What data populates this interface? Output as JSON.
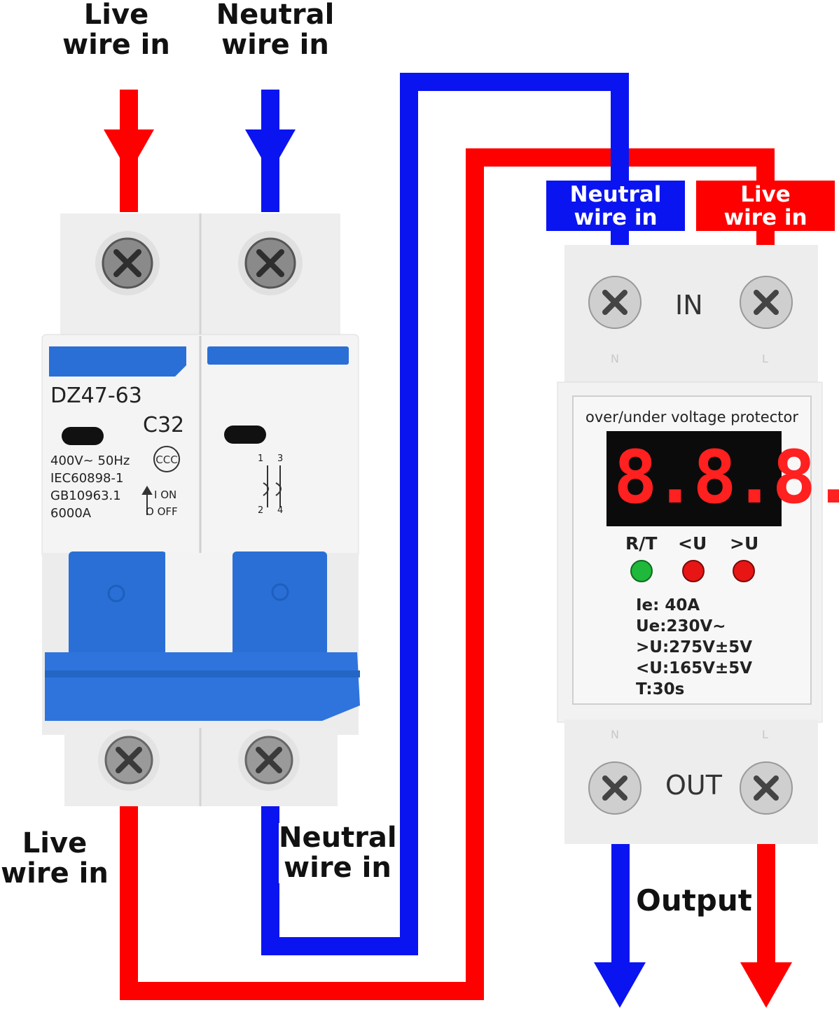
{
  "labels": {
    "top_live": [
      "Live",
      "wire in"
    ],
    "top_neutral": [
      "Neutral",
      "wire in"
    ],
    "tag_neutral": [
      "Neutral",
      "wire in"
    ],
    "tag_live": [
      "Live",
      "wire in"
    ],
    "bottom_live": [
      "Live",
      "wire in"
    ],
    "bottom_neutral": [
      "Neutral",
      "wire in"
    ],
    "output": "Output"
  },
  "breaker": {
    "model": "DZ47-63",
    "rating": "C32",
    "spec_lines": [
      "400V~ 50Hz",
      "IEC60898-1",
      "GB10963.1",
      "6000A"
    ],
    "on_label": "I ON",
    "off_label": "O OFF",
    "terminal_numbers": [
      "1",
      "3",
      "2",
      "4"
    ]
  },
  "protector": {
    "in_label": "IN",
    "out_label": "OUT",
    "terminal_letters": [
      "N",
      "L"
    ],
    "title": "over/under voltage protector",
    "display": "8.8.8.",
    "indicators": [
      "R/T",
      "<U",
      ">U"
    ],
    "specs": [
      "Ie: 40A",
      "Ue:230V~",
      ">U:275V±5V",
      "<U:165V±5V",
      "T:30s"
    ]
  },
  "colors": {
    "live": "#ff0000",
    "neutral": "#0a14f0",
    "breaker_blue": "#2a6fd6",
    "display_red": "#ff2020",
    "led_green": "#1fb83a",
    "led_red": "#e81515"
  }
}
